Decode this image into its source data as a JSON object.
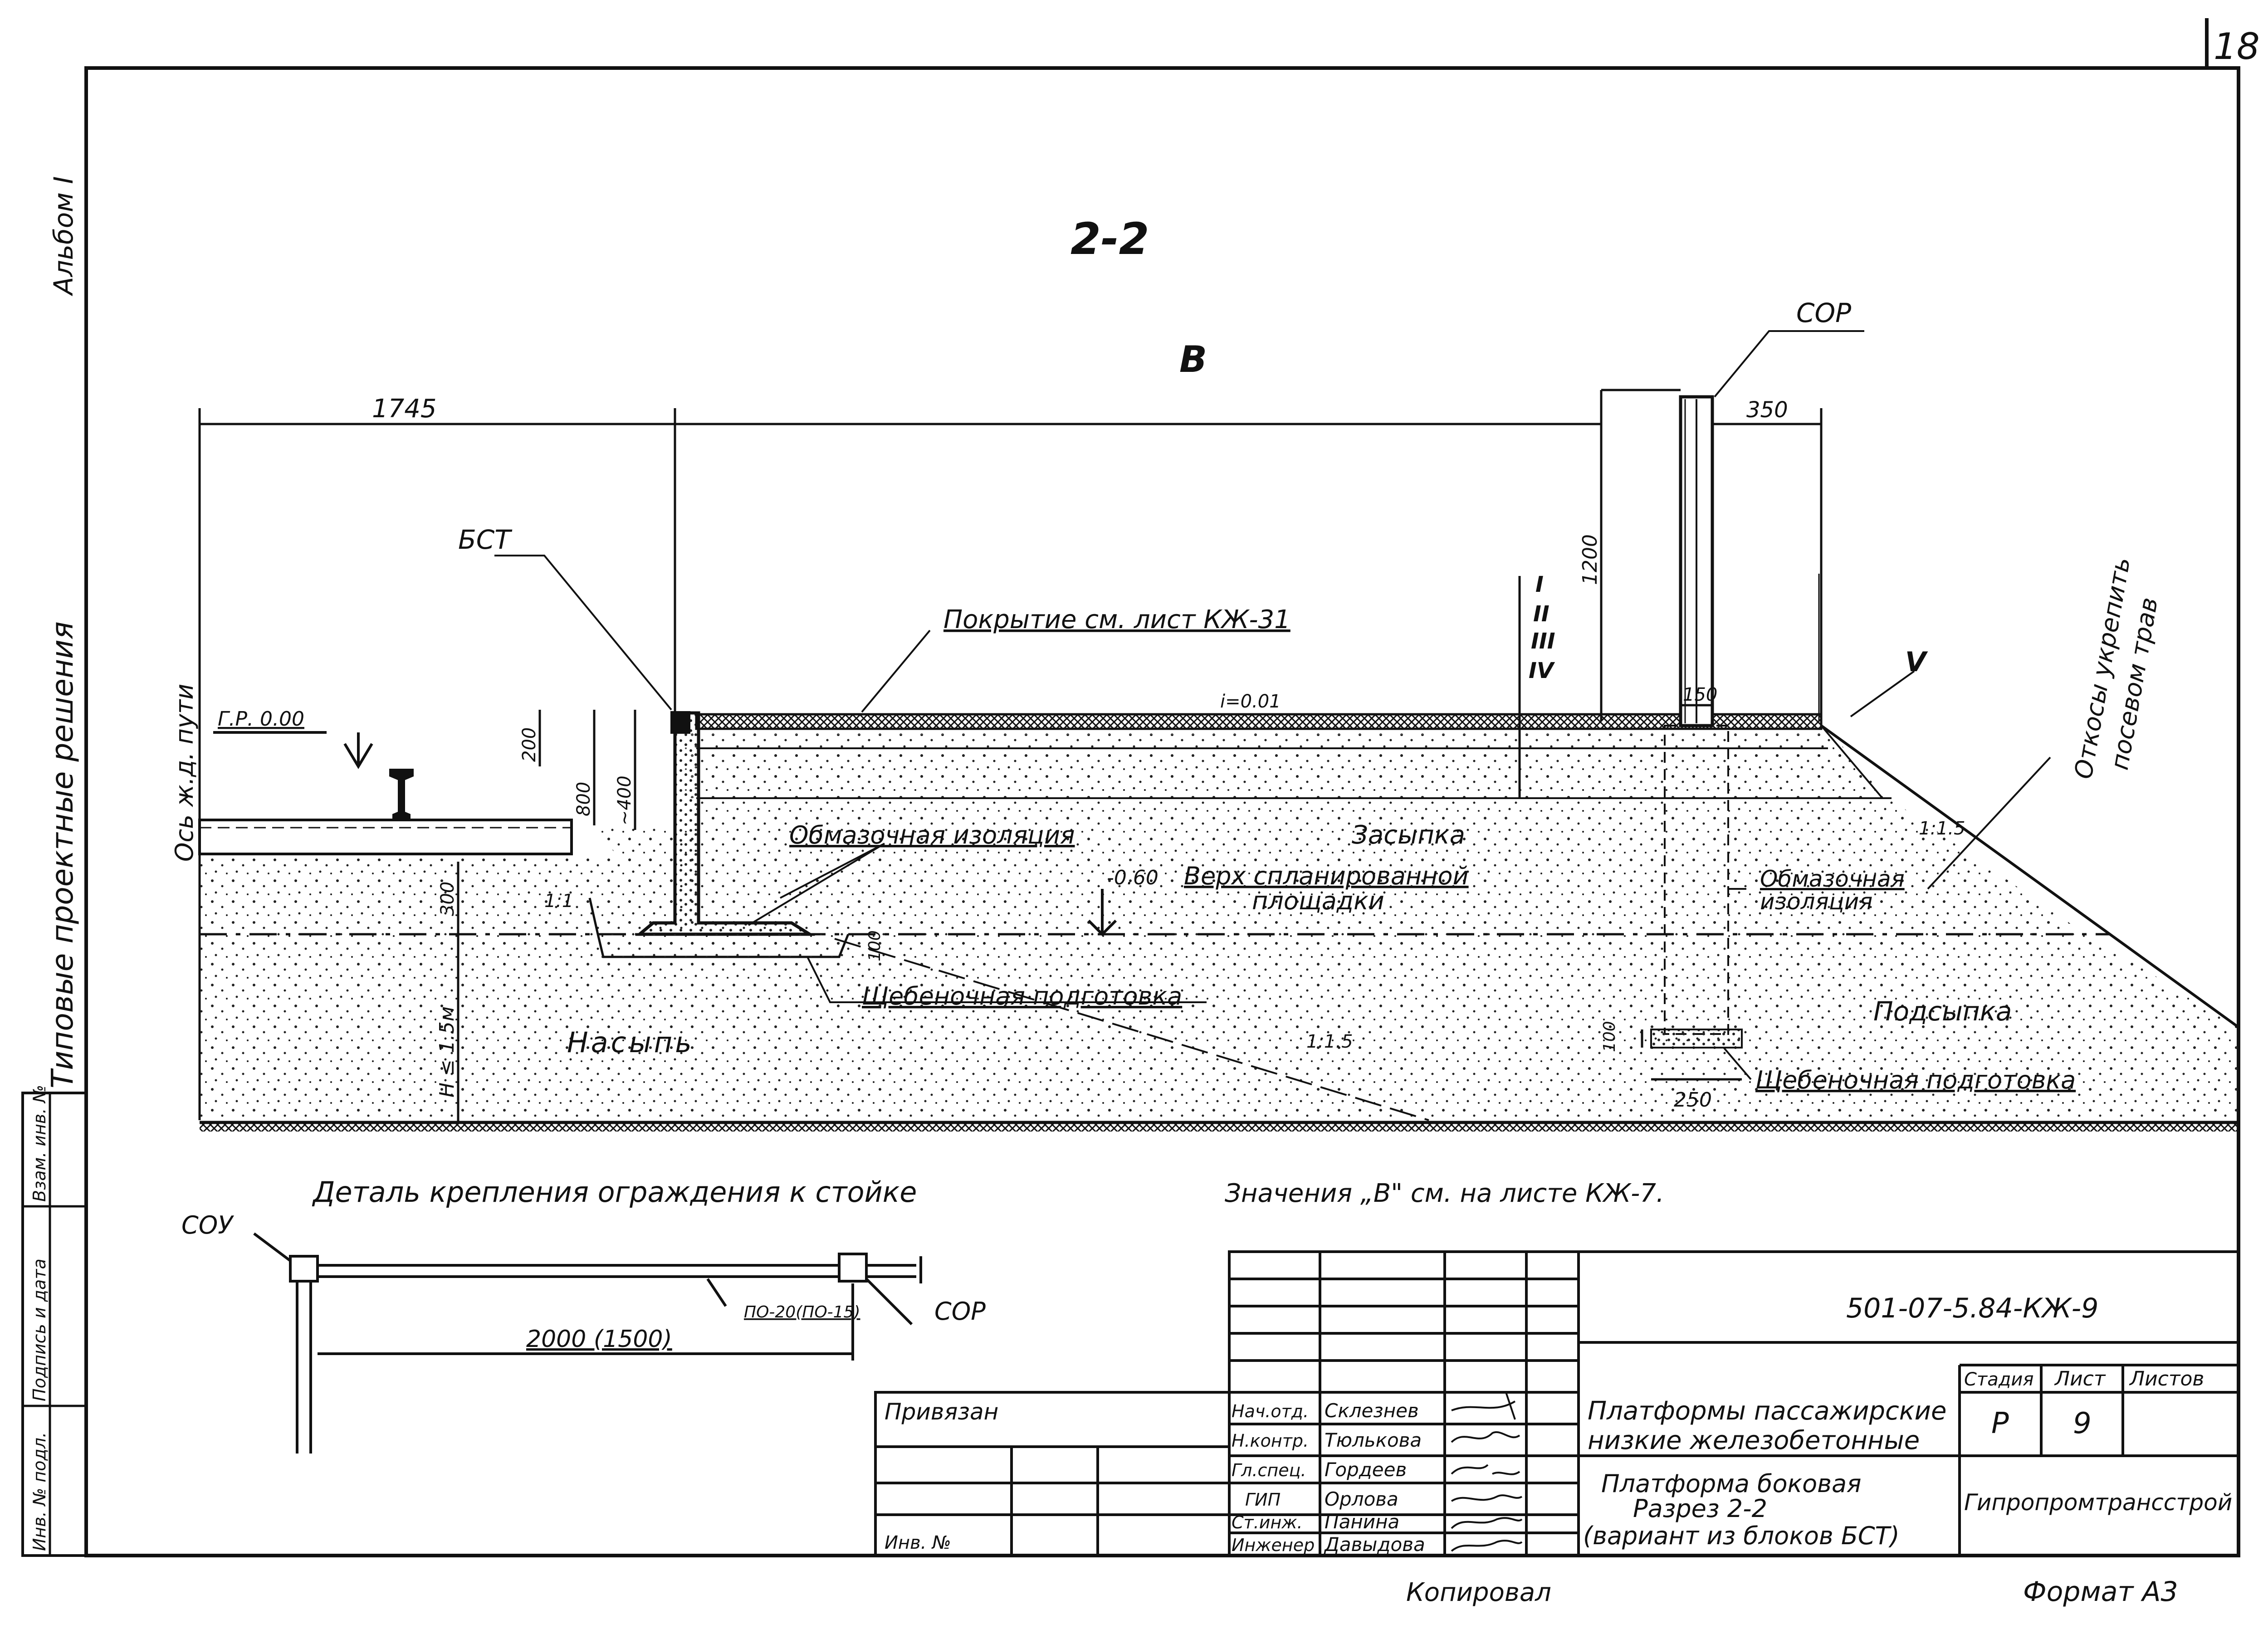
{
  "sheet": {
    "page_number": "18",
    "album": "Альбом I",
    "series": "Типовые проектные решения",
    "copied_by": "Копировал",
    "format": "Формат А3"
  },
  "side_stamp": [
    "Инв. № подл.",
    "Подпись и дата",
    "Взам. инв. №"
  ],
  "section": {
    "title": "2-2",
    "dim_1745": "1745",
    "dim_b": "В",
    "dim_350": "350",
    "dim_1200": "1200",
    "dim_150": "150",
    "dim_200": "200",
    "dim_800": "800",
    "dim_400": "~400",
    "dim_300": "300",
    "dim_h": "H ≤ 1.5м",
    "dim_100a": "100",
    "dim_100b": "100",
    "dim_250": "250",
    "slope_top": "i=0.01",
    "slope_right": "1:1.5",
    "slope_mid": "1:1.5",
    "slope_small": "1:1",
    "roman_marks": [
      "I",
      "II",
      "III",
      "IV"
    ],
    "roman_v": "V",
    "labels": {
      "sop": "СОР",
      "bst": "БСТ",
      "pokrytie": "Покрытие см. лист КЖ-31",
      "gr": "Г.Р. 0.00",
      "axis": "Ось ж.д. пути",
      "obmaz_left": "Обмазочная изоляция",
      "zasypka": "Засыпка",
      "level_060": "-0.60",
      "verkh1": "Верх спланированной",
      "verkh2": "площадки",
      "obmaz_right1": "Обмазочная",
      "obmaz_right2": "изоляция",
      "shcheben_left": "Щебеночная подготовка",
      "shcheben_right": "Щебеночная подготовка",
      "nasyp": "Насыпь",
      "podsypka": "Подсыпка",
      "otkosy1": "Откосы укрепить",
      "otkosy2": "посевом трав"
    }
  },
  "detail": {
    "title": "Деталь крепления ограждения к стойке",
    "sou": "СОУ",
    "sop": "СОР",
    "pipe": "ПО-20(ПО-15)",
    "dim": "2000 (1500)"
  },
  "note": "Значения „В\" см. на листе КЖ-7.",
  "title_block": {
    "code": "501-07-5.84-КЖ-9",
    "privyazan": "Привязан",
    "inv": "Инв. №",
    "roles": [
      {
        "role": "Нач.отд.",
        "name": "Склезнев"
      },
      {
        "role": "Н.контр.",
        "name": "Тюлькова"
      },
      {
        "role": "Гл.спец.",
        "name": "Гордеев"
      },
      {
        "role": "ГИП",
        "name": "Орлова"
      },
      {
        "role": "Ст.инж.",
        "name": "Панина"
      },
      {
        "role": "Инженер",
        "name": "Давыдова"
      }
    ],
    "project_line1": "Платформы пассажирские",
    "project_line2": "низкие железобетонные",
    "sheet_line1": "Платформа боковая",
    "sheet_line2": "Разрез 2-2",
    "sheet_line3": "(вариант из блоков БСТ)",
    "stage_head": "Стадия",
    "sheet_head": "Лист",
    "sheets_head": "Листов",
    "stage": "Р",
    "sheet": "9",
    "org": "Гипропромтрансстрой"
  }
}
